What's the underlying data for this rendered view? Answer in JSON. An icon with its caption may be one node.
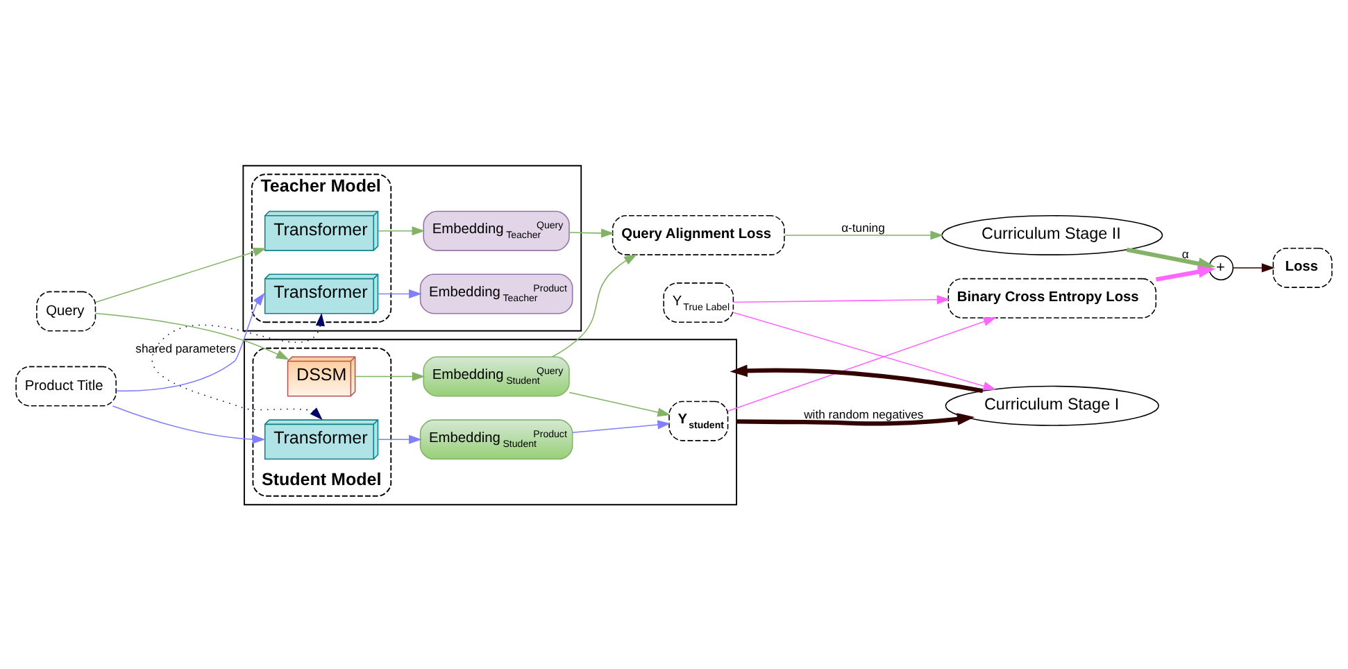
{
  "diagram": {
    "nodes": [
      {
        "text": [],
        "shape": "box"
      },
      {
        "text": [
          "Teacher Model"
        ],
        "in": 0
      },
      {
        "text": [
          "Transformer"
        ],
        "in": 1
      },
      {
        "text": [
          "Transformer"
        ],
        "in": 1
      },
      {
        "text": [
          "Embedding$_{Teacher}$$^{Query}$"
        ],
        "in": 0
      },
      {
        "text": [
          "Embedding$_{Teacher}$$^{Product}$"
        ],
        "in": 0
      },
      {
        "text": [
          "Query"
        ]
      },
      {
        "text": [
          "Query Alignment Loss"
        ]
      },
      {
        "text": [
          "Curriculum Stage II"
        ]
      },
      {
        "text": [
          "+"
        ]
      },
      {
        "text": [
          "Loss"
        ]
      },
      {
        "text": [],
        "shape": "box"
      },
      {
        "text": [
          "Student Model"
        ],
        "in": 11
      },
      {
        "text": [
          "DSSM"
        ],
        "in": 12
      },
      {
        "text": [
          "Transformer"
        ],
        "in": 12
      },
      {
        "text": [
          "Embedding$_{Student}$$^{Query}$"
        ],
        "in": 11
      },
      {
        "text": [
          "Embedding$_{Student}$$^{Product}$"
        ],
        "in": 11
      },
      {
        "text": [
          "Y$_{student}$"
        ],
        "in": 11
      },
      {
        "text": [
          "Product Title"
        ]
      },
      {
        "text": [
          "Binary Cross Entropy Loss"
        ]
      },
      {
        "text": [
          "Curriculum Stage I"
        ]
      },
      {
        "text": [
          "Y$_{True Label}$"
        ]
      }
    ],
    "edges": [
      {
        "from": 6,
        "to": 2,
        "arrow": "to"
      },
      {
        "from": 6,
        "to": 13,
        "arrow": "to"
      },
      {
        "from": 18,
        "to": 3,
        "arrow": "to",
        "color": "#7f7fff"
      },
      {
        "from": 18,
        "to": 14,
        "arrow": "to",
        "color": "#7f7fff"
      },
      {
        "from": 2,
        "to": 4,
        "arrow": "to"
      },
      {
        "from": 3,
        "to": 5,
        "arrow": "to",
        "color": "#7f7fff"
      },
      {
        "from": 4,
        "to": 7,
        "arrow": "to"
      },
      {
        "from": 15,
        "to": 7,
        "arrow": "to"
      },
      {
        "from": 13,
        "to": 15,
        "arrow": "to"
      },
      {
        "from": 14,
        "to": 16,
        "arrow": "to",
        "color": "#7f7fff"
      },
      {
        "from": 15,
        "to": 17,
        "arrow": "to"
      },
      {
        "from": 16,
        "to": 17,
        "arrow": "to",
        "color": "#7f7fff"
      },
      {
        "from": 3,
        "to": 14,
        "arrow": "both",
        "label": "shared parameters",
        "style": "dashed",
        "color": "#000066"
      },
      {
        "from": 7,
        "to": 8,
        "arrow": "to",
        "label": "α-tuning"
      },
      {
        "from": 8,
        "to": 9,
        "arrow": "to",
        "label": "α",
        "style": "thick"
      },
      {
        "from": 19,
        "to": 9,
        "arrow": "to",
        "style": "thick",
        "color": "#ff66ff"
      },
      {
        "from": 9,
        "to": 10,
        "arrow": "to",
        "color": "#330000"
      },
      {
        "from": 17,
        "to": 19,
        "arrow": "to",
        "color": "#ff66ff"
      },
      {
        "from": 11,
        "to": 20,
        "arrow": "to",
        "label": "with random negatives",
        "style": "thick",
        "color": "#330000"
      },
      {
        "from": 20,
        "to": 11,
        "arrow": "to",
        "style": "thick",
        "color": "#330000"
      },
      {
        "from": 21,
        "to": 19,
        "arrow": "to",
        "color": "#ff66ff"
      },
      {
        "from": 21,
        "to": 20,
        "arrow": "to",
        "color": "#ff66ff"
      }
    ]
  }
}
